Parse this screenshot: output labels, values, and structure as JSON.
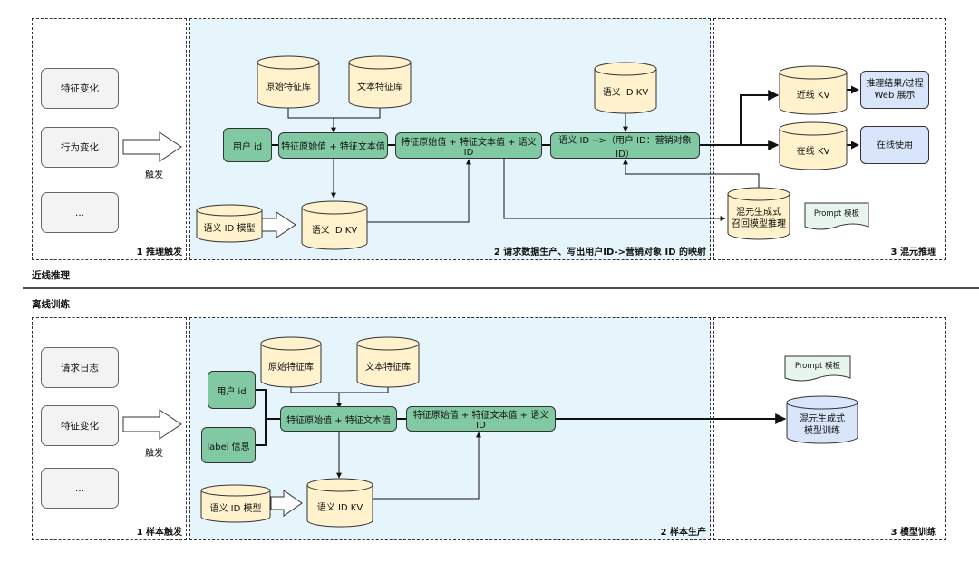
{
  "top": {
    "trigger_panel": {
      "label": "1 推理触发",
      "items": [
        "特征变化",
        "行为变化",
        "..."
      ],
      "arrow_label": "触发"
    },
    "process_panel": {
      "label": "2 请求数据生产、写出用户ID->营销对象 ID 的映射",
      "db_raw_features": "原始特征库",
      "db_text_features": "文本特征库",
      "db_semantic_kv_top": "语义 ID KV",
      "user_id": "用户 id",
      "step_features": "特征原始值 + 特征文本值",
      "step_features_semantic": "特征原始值 + 特征文本值 + 语义 ID",
      "step_mapping": "语义 ID -->（用户 ID：营销对象 ID）",
      "semantic_model": "语义 ID 模型",
      "semantic_kv": "语义 ID KV"
    },
    "inference_panel": {
      "label": "3 混元推理",
      "nearline_kv": "近线 KV",
      "online_kv": "在线 KV",
      "result_line1": "推理结果/过程",
      "result_line2": "Web 展示",
      "online_use": "在线使用",
      "model_line1": "混元生成式",
      "model_line2": "召回模型推理",
      "prompt": "Prompt 模板"
    }
  },
  "section_nearline": "近线推理",
  "section_offline": "离线训练",
  "bottom": {
    "trigger_panel": {
      "label": "1 样本触发",
      "items": [
        "请求日志",
        "特征变化",
        "..."
      ],
      "arrow_label": "触发"
    },
    "process_panel": {
      "label": "2 样本生产",
      "db_raw_features": "原始特征库",
      "db_text_features": "文本特征库",
      "user_id": "用户 id",
      "label_info": "label 信息",
      "step_features": "特征原始值 + 特征文本值",
      "step_features_semantic": "特征原始值 + 特征文本值 + 语义 ID",
      "semantic_model": "语义 ID 模型",
      "semantic_kv": "语义 ID KV"
    },
    "training_panel": {
      "label": "3 模型训练",
      "prompt": "Prompt 模板",
      "model_line1": "混元生成式",
      "model_line2": "模型训练"
    }
  },
  "colors": {
    "green": "#80c9a3",
    "light_blue_panel": "#e6f4fc",
    "blue_box": "#d8e5fb",
    "db_fill": "#fff2cc",
    "prompt_fill": "#e8f5ec"
  }
}
